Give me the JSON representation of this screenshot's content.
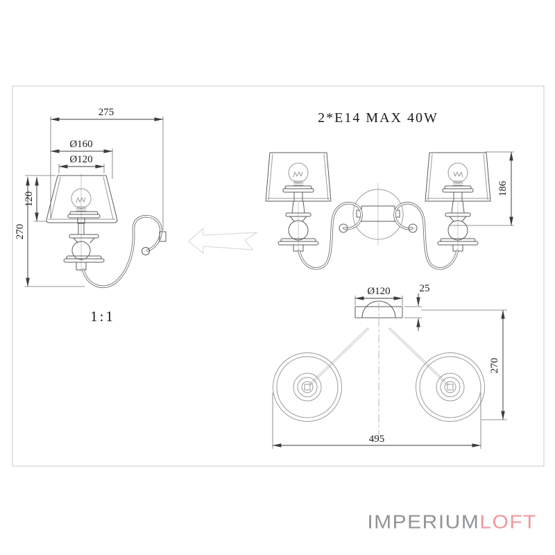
{
  "drawing": {
    "spec_label": "2*E14 MAX 40W",
    "scale_label": "1:1",
    "side_view": {
      "depth": "275",
      "shade_bottom_dia": "Ø160",
      "shade_top_dia": "Ø120",
      "shade_height": "120",
      "height": "270"
    },
    "front_view": {
      "body_height": "186"
    },
    "top_view": {
      "canopy_dia": "Ø120",
      "canopy_height": "25",
      "projection": "270",
      "width": "495"
    }
  },
  "logo": {
    "imperium": "IMPERIUM",
    "loft": "LOFT"
  },
  "colors": {
    "logo_gray": "#919497",
    "logo_pink": "#ef989f",
    "line_dark": "#555555",
    "line_light": "#c9c9c9"
  }
}
